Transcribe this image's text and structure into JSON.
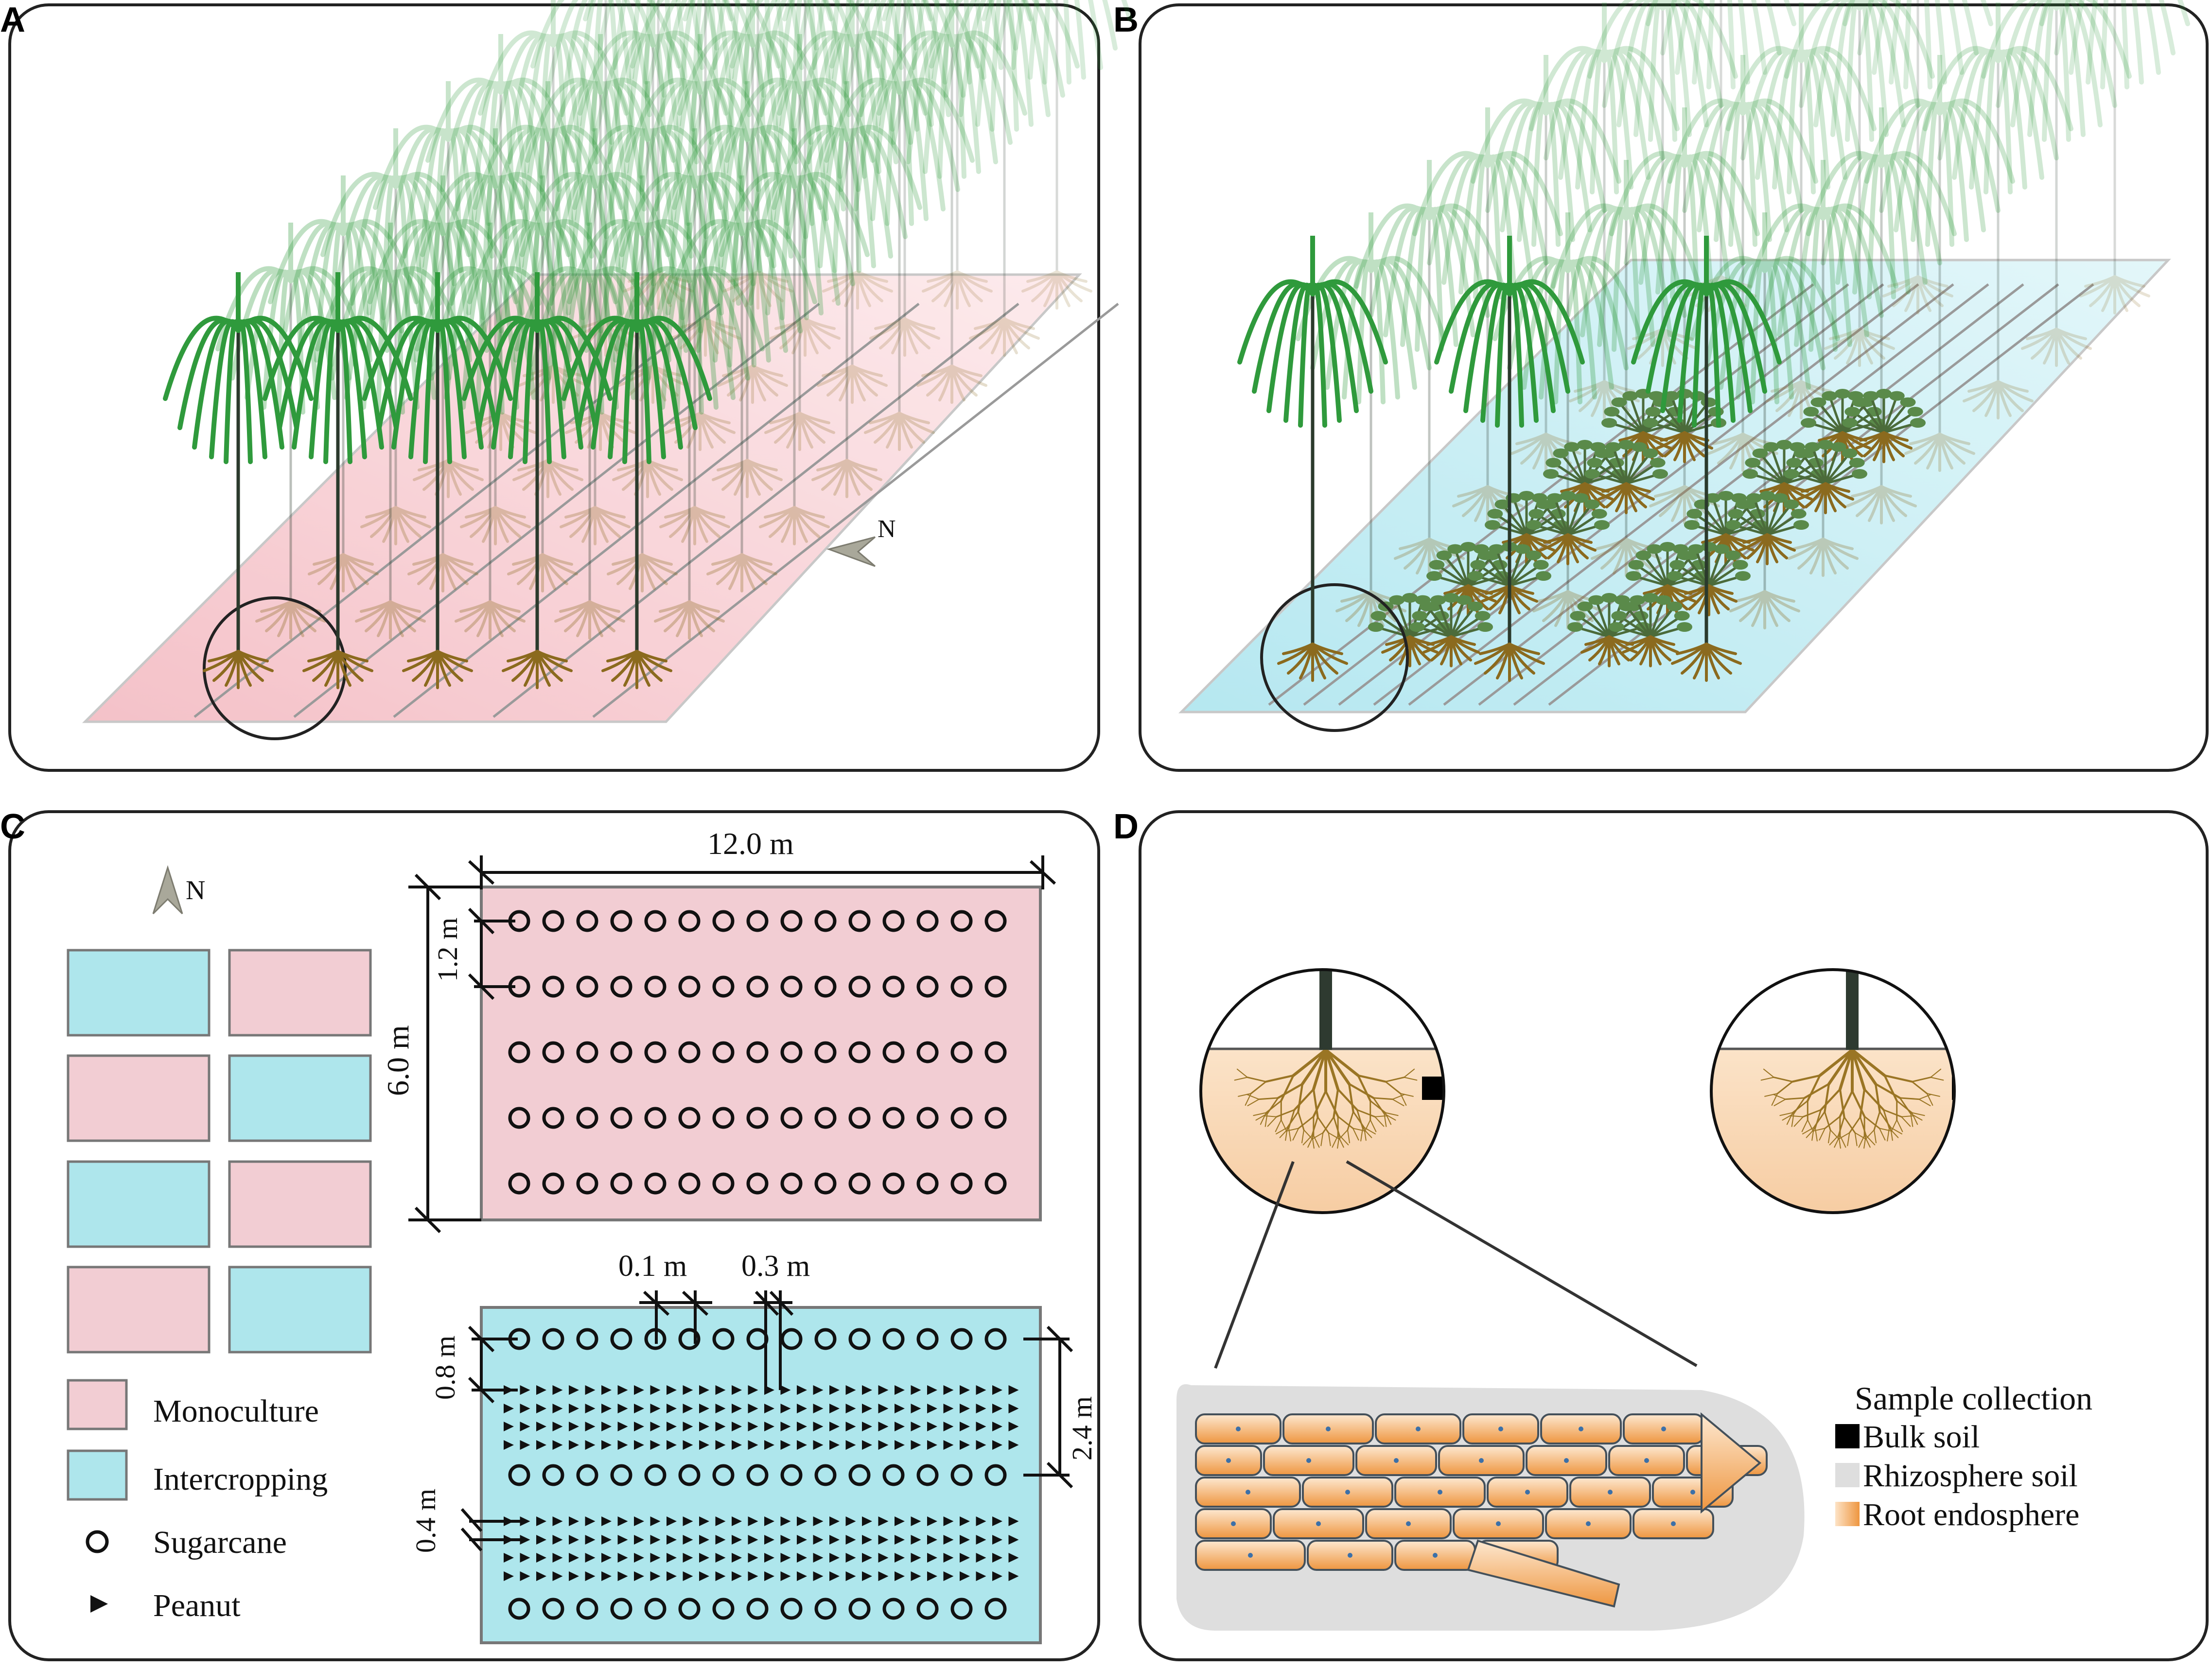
{
  "panels": {
    "a": {
      "letter": "A",
      "north": "N"
    },
    "b": {
      "letter": "B"
    },
    "c": {
      "letter": "C",
      "north": "N",
      "dim_width": "12.0 m",
      "dim_height": "6.0 m",
      "dim_row_spacing": "1.2 m",
      "dim_01": "0.1 m",
      "dim_03": "0.3 m",
      "dim_08": "0.8 m",
      "dim_24": "2.4 m",
      "dim_04": "0.4 m",
      "legend": {
        "monoculture": "Monoculture",
        "intercropping": "Intercropping",
        "sugarcane": "Sugarcane",
        "peanut": "Peanut"
      }
    },
    "d": {
      "letter": "D",
      "legend_title": "Sample collection",
      "bulk_soil": "Bulk soil",
      "rhizosphere_soil": "Rhizosphere soil",
      "root_endosphere": "Root endosphere"
    }
  },
  "colors": {
    "monoculture": "#f2cdd3",
    "intercropping": "#aee6ec",
    "soil": "#f8d4b0",
    "cane_green": "#2f9a3c",
    "root_brown": "#8b6a1e",
    "cell_orange": "#ef9a45",
    "rhizosphere": "#dedede"
  }
}
